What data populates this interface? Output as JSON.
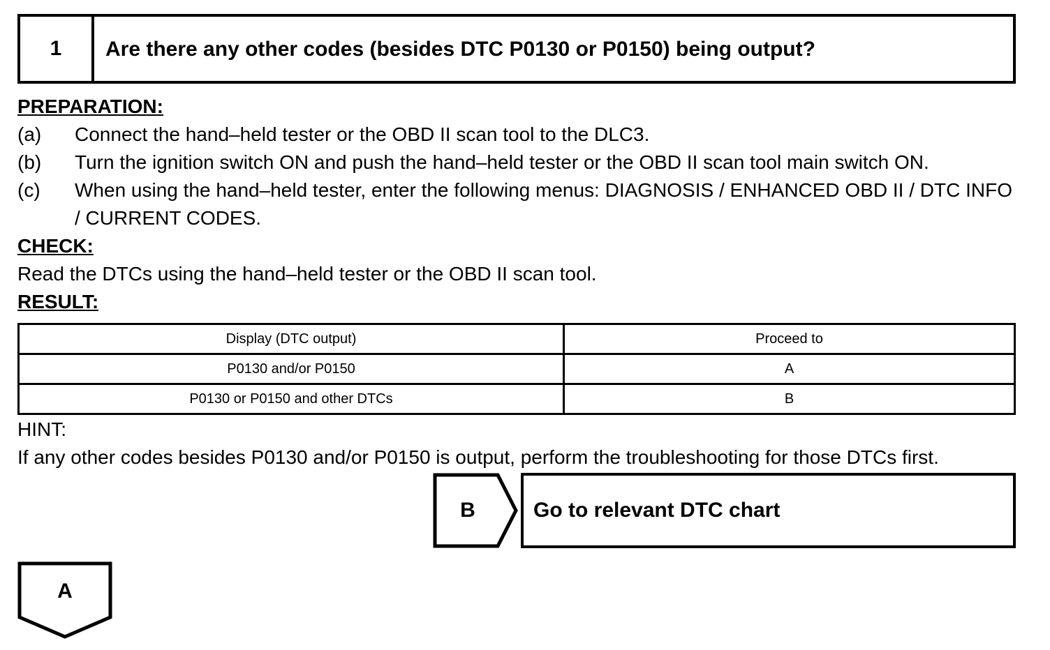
{
  "step": {
    "number": "1",
    "question": "Are there any other codes (besides DTC P0130 or P0150) being output?"
  },
  "preparation": {
    "heading": "PREPARATION:",
    "items": [
      {
        "marker": "(a)",
        "text": "Connect the hand–held tester or the OBD II scan tool to the DLC3."
      },
      {
        "marker": "(b)",
        "text": "Turn the ignition switch ON and push the hand–held tester or the OBD II scan tool main switch ON."
      },
      {
        "marker": "(c)",
        "text": "When using the hand–held tester, enter the following menus: DIAGNOSIS / ENHANCED OBD II / DTC INFO / CURRENT CODES."
      }
    ]
  },
  "check": {
    "heading": "CHECK:",
    "text": "Read the DTCs using the hand–held tester or the OBD II scan tool."
  },
  "result": {
    "heading": "RESULT:",
    "columns": [
      "Display (DTC output)",
      "Proceed to"
    ],
    "rows": [
      {
        "display": "P0130 and/or P0150",
        "proceed": "A"
      },
      {
        "display": "P0130 or P0150 and other DTCs",
        "proceed": "B"
      }
    ]
  },
  "hint": {
    "heading": "HINT:",
    "text": "If any other codes besides P0130 and/or P0150 is output, perform the troubleshooting for those DTCs first."
  },
  "connectors": {
    "b": {
      "label": "B",
      "destination": "Go to relevant DTC chart"
    },
    "a": {
      "label": "A"
    }
  }
}
